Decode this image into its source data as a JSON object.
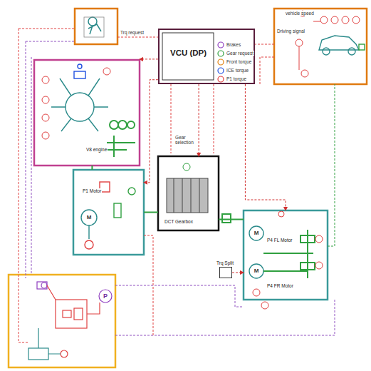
{
  "diagram": {
    "nodes": [
      {
        "text": [
          "VCU (DP)"
        ]
      },
      {
        "text": [
          "V8 engine"
        ]
      },
      {
        "text": [
          "P1 Motor"
        ]
      },
      {
        "text": [
          "DCT Gearbox"
        ]
      },
      {
        "text": [
          "P4 FL Motor",
          "P4 FR Motor"
        ]
      },
      {
        "text": [
          "Trq Split"
        ]
      }
    ],
    "edges": [
      {
        "from": 0,
        "to": 1,
        "arrow": "to"
      },
      {
        "from": 0,
        "to": 2,
        "arrow": "to"
      },
      {
        "from": 0,
        "to": 3,
        "arrow": "to",
        "label": "Gear selection"
      },
      {
        "from": 0,
        "to": 4,
        "arrow": "to"
      },
      {
        "from": 1,
        "to": 2,
        "arrow": "none"
      },
      {
        "from": 2,
        "to": 3,
        "arrow": "none"
      },
      {
        "from": 3,
        "to": 4,
        "arrow": "none"
      },
      {
        "from": 5,
        "to": 4,
        "arrow": "to"
      }
    ],
    "labels": [
      "Brakes",
      "Gear request",
      "Front torque",
      "ICE torque",
      "P1 torque",
      "Trq request",
      "vehicle speed",
      "Driving signal",
      "M",
      "M",
      "M",
      "P"
    ]
  }
}
